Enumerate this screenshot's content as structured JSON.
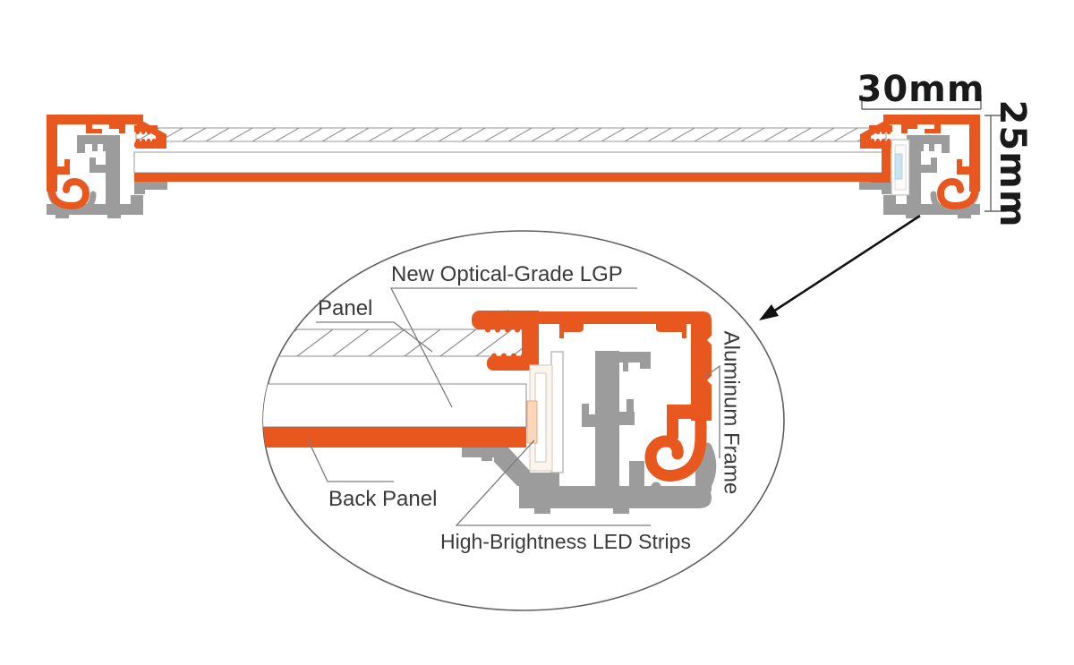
{
  "dimensions": {
    "width_label": "30mm",
    "height_label": "25mm"
  },
  "detail": {
    "labels": {
      "lgp": "New Optical-Grade LGP",
      "panel": "Panel",
      "back_panel": "Back Panel",
      "led_strips": "High-Brightness LED Strips",
      "aluminum_frame": "Aluminum Frame"
    }
  },
  "colors": {
    "accent_orange": "#E8571E",
    "aluminum_gray": "#9C9C9C",
    "led_blue": "#C8E4EE",
    "led_strip_cream": "#FBF5EE",
    "led_emitter_peach": "#FAD6BA",
    "leader_line_gray": "#7C7C7C",
    "outline_gray": "#8D8D8D",
    "text_dark": "#3A3A3A",
    "dim_text_black": "#1A1A1A"
  }
}
